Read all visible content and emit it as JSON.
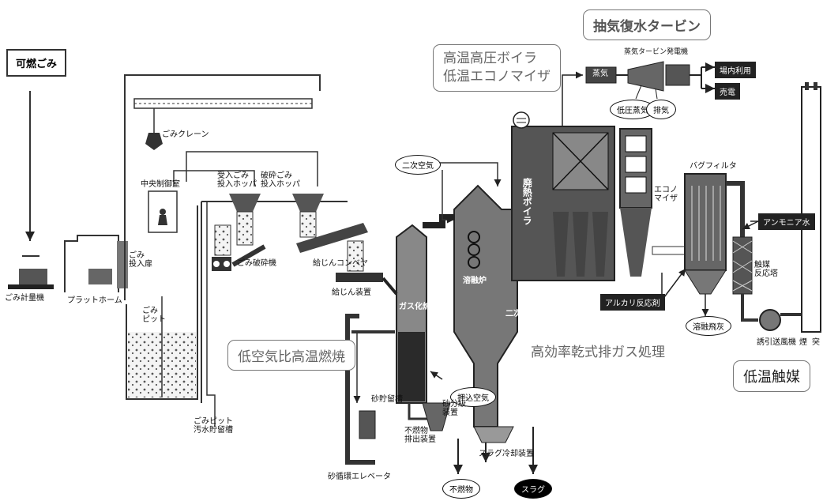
{
  "colors": {
    "accent": "#333333",
    "dark_fill": "#444444",
    "pit_fill": "#dddddd"
  },
  "callouts": {
    "input": "可燃ごみ",
    "turbine": "抽気復水タービン",
    "boiler_line1": "高温高圧ボイラ",
    "boiler_line2": "低温エコノマイザ",
    "combustion": "低空気比高温燃焼",
    "gas_treatment": "高効率乾式排ガス処理",
    "catalyst": "低温触媒"
  },
  "labels": {
    "weighbridge": "ごみ計量機",
    "platform": "プラットホーム",
    "door": "ごみ\n投入扉",
    "pit": "ごみ\nピット",
    "crane": "ごみクレーン",
    "control_room": "中央制御室",
    "hopper_received": "受入ごみ\n投入ホッパ",
    "hopper_crushed": "破砕ごみ\n投入ホッパ",
    "crusher": "ごみ破砕機",
    "conveyor": "給じんコンベヤ",
    "feeder": "給じん装置",
    "gasifier": "ガス化炉",
    "melting_furnace": "溶融炉",
    "secondary_chamber": "二次燃焼室",
    "waste_boiler": "廃熱ボイラ",
    "economizer": "エコノ\nマイザ",
    "steam_header": "蒸気",
    "turbine_generator": "蒸気タービン発電機",
    "in_plant_use": "場内利用",
    "power_sale": "売電",
    "low_pressure_steam": "低圧蒸気",
    "exhaust": "排気",
    "bag_filter": "バグフィルタ",
    "ammonia": "アンモニア水",
    "alkali_reagent": "アルカリ反応剤",
    "molten_fly_ash": "溶融飛灰",
    "catalytic_tower": "触媒\n反応塔",
    "induced_fan": "誘引送風機",
    "stack_label_1": "煙",
    "stack_label_2": "突",
    "secondary_air": "二次空気",
    "fluidizing_air": "押込空気",
    "sand_classifier": "砂分級\n装置",
    "sand_tank": "砂貯留槽",
    "noncombustible_discharge": "不燃物\n排出装置",
    "sand_elevator": "砂循環エレベータ",
    "noncombustibles": "不燃物",
    "slag_cooler": "スラグ冷却装置",
    "slag": "スラグ",
    "wastewater_tank": "ごみピット\n汚水貯留槽"
  }
}
